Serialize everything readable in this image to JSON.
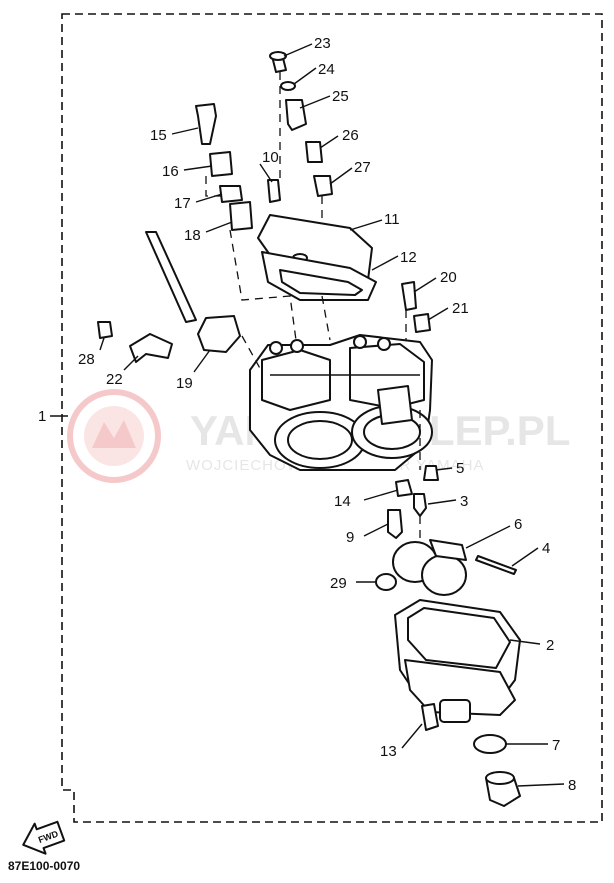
{
  "diagram": {
    "code": "87E100-0070",
    "fwd_label": "FWD",
    "watermark": {
      "brand": "YAMAHASKLEP.PL",
      "tagline": "WOJCIECHOWSKI - DEALER YAMAHA"
    },
    "callouts": [
      "1",
      "2",
      "3",
      "4",
      "5",
      "6",
      "7",
      "8",
      "9",
      "10",
      "11",
      "12",
      "13",
      "14",
      "15",
      "16",
      "17",
      "18",
      "19",
      "20",
      "21",
      "22",
      "23",
      "24",
      "25",
      "26",
      "27",
      "28",
      "29"
    ]
  }
}
